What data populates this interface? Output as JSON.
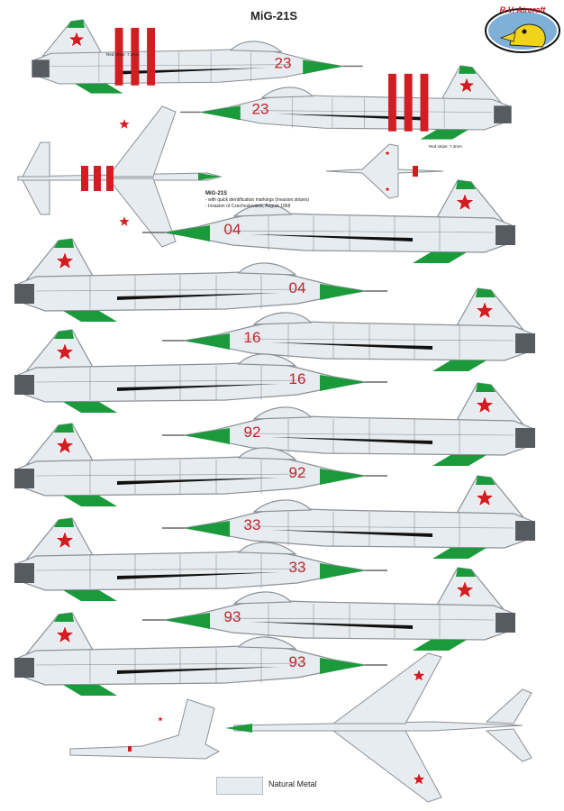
{
  "title": "MiG-21S",
  "logo_text": "R.V. Aircraft",
  "caption": {
    "heading": "MiG-21S",
    "line1": "- with quick identification markings (invasion stripes)",
    "line2": "- Invasion of Czechoslovakia, August 1968"
  },
  "stripe_notes": [
    "Red stripe: 7,3mm",
    "Red stripe: 7,3mm"
  ],
  "legend_label": "Natural Metal",
  "side_numbers": [
    "23",
    "23",
    "04",
    "04",
    "16",
    "16",
    "92",
    "92",
    "33",
    "33",
    "93",
    "93"
  ],
  "colors": {
    "metal": "#e7ecf0",
    "panel_line": "#8a9096",
    "green": "#1a9a3a",
    "red": "#d21e23",
    "number_red": "#c0262c",
    "gun": "#555b60"
  }
}
